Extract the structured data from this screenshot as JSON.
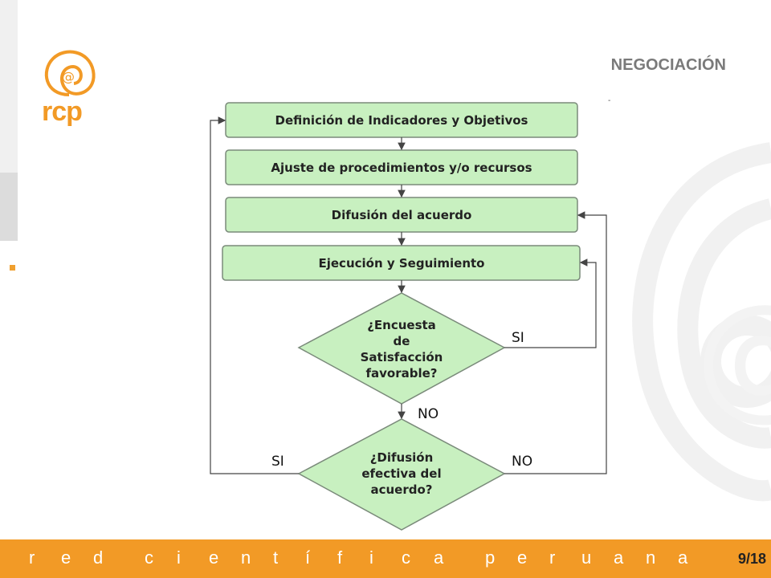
{
  "header": {
    "title": "NEGOCIACIÓN",
    "logo_text": "rcp"
  },
  "flowchart": {
    "boxes": [
      "Definición de Indicadores y Objetivos",
      "Ajuste de procedimientos y/o recursos",
      "Difusión del acuerdo",
      "Ejecución y Seguimiento"
    ],
    "decision1": [
      "¿Encuesta",
      "de",
      "Satisfacción",
      "favorable?"
    ],
    "decision2": [
      "¿Difusión",
      "efectiva del",
      "acuerdo?"
    ],
    "labels": {
      "d1_yes": "SI",
      "d1_no": "NO",
      "d2_yes": "SI",
      "d2_no": "NO"
    },
    "colors": {
      "fill": "#c8f0c0",
      "stroke": "#7a8a7a",
      "accent": "#f29a26"
    }
  },
  "footer": {
    "letters": [
      "r",
      "e",
      "d",
      "c",
      "i",
      "e",
      "n",
      "t",
      "í",
      "f",
      "i",
      "c",
      "a",
      "p",
      "e",
      "r",
      "u",
      "a",
      "n",
      "a"
    ],
    "page_number": "9/18"
  }
}
